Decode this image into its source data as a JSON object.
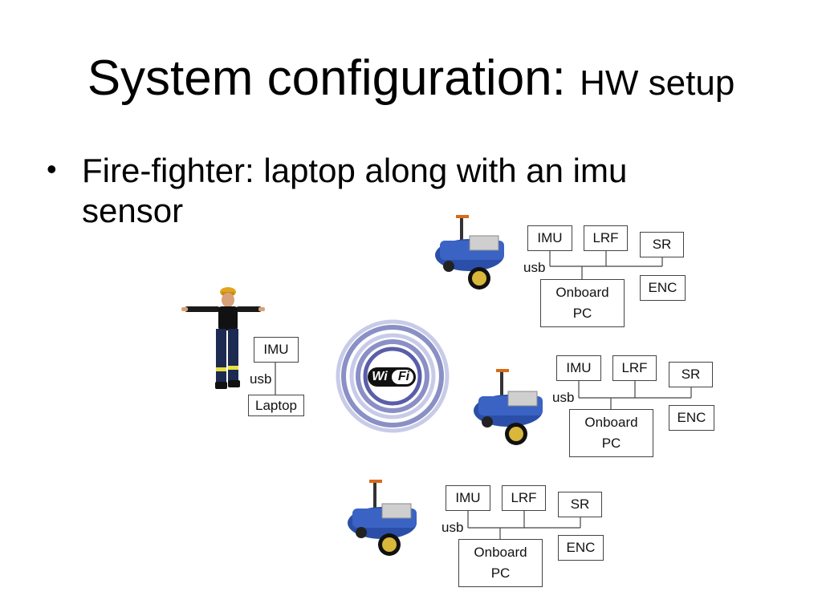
{
  "slide": {
    "title_main": "System configuration:",
    "title_sub": "HW setup",
    "bullet_marker": "•",
    "bullet_text": "Fire-fighter: laptop along with an imu sensor"
  },
  "firefighter_config": {
    "imu": "IMU",
    "link": "usb",
    "laptop": "Laptop"
  },
  "wifi": {
    "left": "Wi",
    "right": "Fi"
  },
  "robots": [
    {
      "imu": "IMU",
      "lrf": "LRF",
      "sr": "SR",
      "enc": "ENC",
      "link": "usb",
      "pc_line1": "Onboard",
      "pc_line2": "PC"
    },
    {
      "imu": "IMU",
      "lrf": "LRF",
      "sr": "SR",
      "enc": "ENC",
      "link": "usb",
      "pc_line1": "Onboard",
      "pc_line2": "PC"
    },
    {
      "imu": "IMU",
      "lrf": "LRF",
      "sr": "SR",
      "enc": "ENC",
      "link": "usb",
      "pc_line1": "Onboard",
      "pc_line2": "PC"
    }
  ],
  "colors": {
    "robot_body": "#2b4fa8",
    "wheel": "#d8b73a",
    "wifi_ring": "#8a8fc6"
  }
}
